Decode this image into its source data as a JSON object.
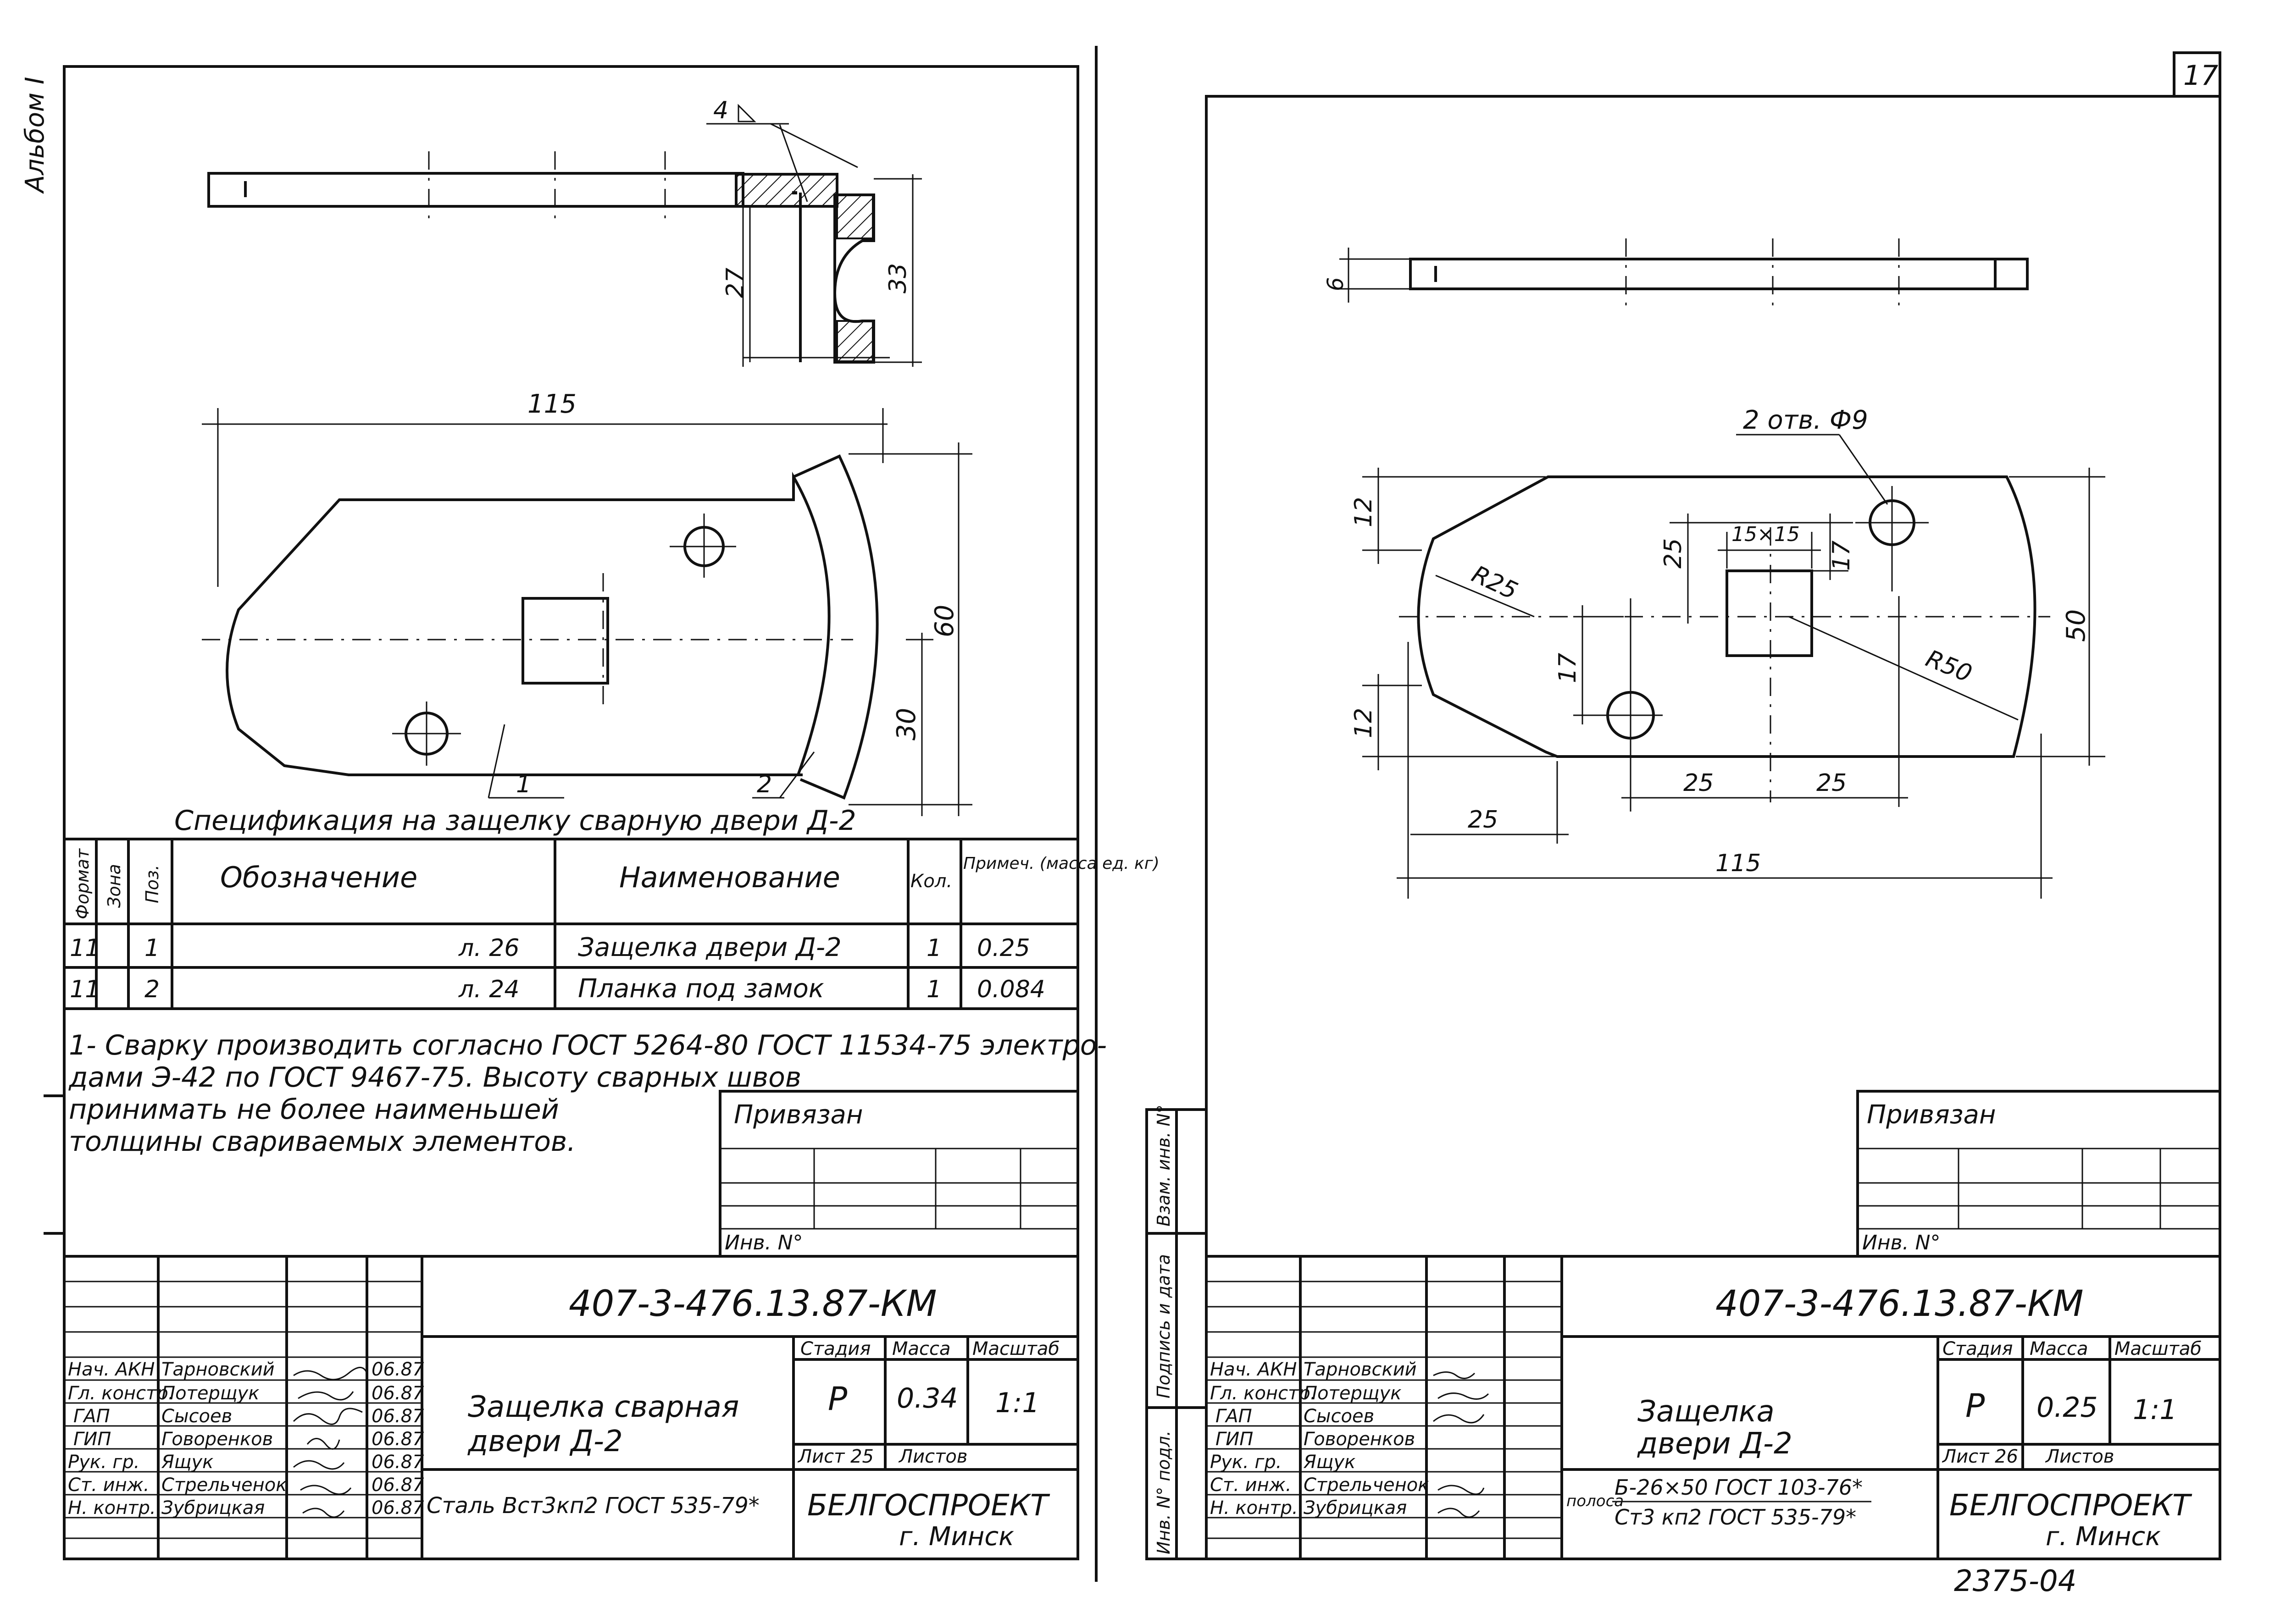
{
  "sheet_left": {
    "vertical_label": "Альбом I",
    "leaders": {
      "pos1": "1",
      "pos2": "2"
    },
    "weld_note": "4",
    "dimensions": {
      "top_27": "27",
      "top_33": "33",
      "d115": "115",
      "d60": "60",
      "d30": "30"
    },
    "spec_title": "Спецификация на защелку сварную двери Д-2",
    "spec_headers": [
      "Формат",
      "Зона",
      "Поз.",
      "Обозначение",
      "Наименование",
      "Кол.",
      "Примеч. (масса ед. кг)"
    ],
    "spec_rows": [
      [
        "11",
        "",
        "1",
        "л. 26",
        "Защелка двери Д-2",
        "1",
        "0.25"
      ],
      [
        "11",
        "",
        "2",
        "л. 24",
        "Планка под замок",
        "1",
        "0.084"
      ]
    ],
    "notes": [
      "1- Сварку производить согласно ГОСТ 5264-80 ГОСТ 11534-75 электро-",
      "дами Э-42 по ГОСТ 9467-75. Высоту сварных швов",
      "принимать не более наименьшей",
      "толщины свариваемых элементов."
    ],
    "privyazan": "Привязан",
    "inv_no": "Инв. N°",
    "code": "407-3-476.13.87-КМ",
    "title": [
      "Защелка сварная",
      "двери Д-2"
    ],
    "material": "Сталь Вст3кп2 ГОСТ 535-79*",
    "stage_hdr": [
      "Стадия",
      "Масса",
      "Масштаб"
    ],
    "stage": "Р",
    "mass": "0.34",
    "scale": "1:1",
    "sheet_lbl": "Лист 25",
    "sheets_lbl": "Листов",
    "org": [
      "БЕЛГОСПРОЕКТ",
      "г. Минск"
    ],
    "people": [
      [
        "Нач. АКН",
        "Тарновский",
        "06.87"
      ],
      [
        "Гл. констр.",
        "Потерщук",
        "06.87"
      ],
      [
        "ГАП",
        "Сысоев",
        "06.87"
      ],
      [
        "ГИП",
        "Говоренков",
        "06.87"
      ],
      [
        "Рук. гр.",
        "Ящук",
        "06.87"
      ],
      [
        "Ст. инж.",
        "Стрельченок",
        "06.87"
      ],
      [
        "Н. контр.",
        "Зубрицкая",
        "06.87"
      ]
    ]
  },
  "sheet_right": {
    "page_no": "17",
    "side_labels": [
      "Инв. N° подл.",
      "Подпись и дата",
      "Взам. инв. N°"
    ],
    "dimensions": {
      "d6": "6",
      "holes": "2 отв. Ф9",
      "d12a": "12",
      "d12b": "12",
      "r25": "R25",
      "d25v": "25",
      "sq": "15×15",
      "d17a": "17",
      "d17b": "17",
      "r50": "R50",
      "d50": "50",
      "h25a": "25",
      "h25b": "25",
      "h25c": "25",
      "d115": "115"
    },
    "privyazan": "Привязан",
    "inv_no": "Инв. N°",
    "code": "407-3-476.13.87-КМ",
    "title": [
      "Защелка",
      "двери Д-2"
    ],
    "material_prefix": "полоса",
    "material_top": "Б-26×50 ГОСТ 103-76*",
    "material_bot": "Ст3 кп2 ГОСТ 535-79*",
    "stage_hdr": [
      "Стадия",
      "Масса",
      "Масштаб"
    ],
    "stage": "Р",
    "mass": "0.25",
    "scale": "1:1",
    "sheet_lbl": "Лист 26",
    "sheets_lbl": "Листов",
    "org": [
      "БЕЛГОСПРОЕКТ",
      "г. Минск"
    ],
    "people": [
      [
        "Нач. АКН",
        "Тарновский"
      ],
      [
        "Гл. констр.",
        "Потерщук"
      ],
      [
        "ГАП",
        "Сысоев"
      ],
      [
        "ГИП",
        "Говоренков"
      ],
      [
        "Рук. гр.",
        "Ящук"
      ],
      [
        "Ст. инж.",
        "Стрельченок"
      ],
      [
        "Н. контр.",
        "Зубрицкая"
      ]
    ],
    "stamp_no": "2375-04"
  }
}
